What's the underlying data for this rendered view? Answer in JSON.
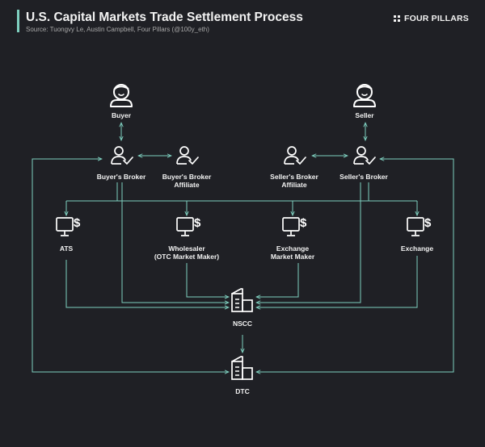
{
  "header": {
    "title": "U.S. Capital Markets Trade Settlement Process",
    "source": "Source: Tuongvy Le, Austin Campbell, Four Pillars (@100y_eth)",
    "brand": "FOUR PILLARS"
  },
  "colors": {
    "background": "#1f2025",
    "connector": "#7ecfbf",
    "icon": "#ffffff",
    "accent_bar": "#7ecfbf"
  },
  "nodes": {
    "buyer": {
      "label": [
        "Buyer"
      ],
      "icon": "person-icon"
    },
    "seller": {
      "label": [
        "Seller"
      ],
      "icon": "person-icon"
    },
    "buyers_broker": {
      "label": [
        "Buyer's Broker"
      ],
      "icon": "broker-check-icon"
    },
    "buyers_broker_affiliate": {
      "label": [
        "Buyer's Broker",
        "Affiliate"
      ],
      "icon": "broker-check-icon"
    },
    "sellers_broker_affiliate": {
      "label": [
        "Seller's Broker",
        "Affiliate"
      ],
      "icon": "broker-check-icon"
    },
    "sellers_broker": {
      "label": [
        "Seller's Broker"
      ],
      "icon": "broker-check-icon"
    },
    "ats": {
      "label": [
        "ATS"
      ],
      "icon": "monitor-dollar-icon"
    },
    "wholesaler": {
      "label": [
        "Wholesaler",
        "(OTC Market Maker)"
      ],
      "icon": "monitor-dollar-icon"
    },
    "exchange_mm": {
      "label": [
        "Exchange",
        "Market Maker"
      ],
      "icon": "monitor-dollar-icon"
    },
    "exchange": {
      "label": [
        "Exchange"
      ],
      "icon": "monitor-dollar-icon"
    },
    "nscc": {
      "label": [
        "NSCC"
      ],
      "icon": "building-icon"
    },
    "dtc": {
      "label": [
        "DTC"
      ],
      "icon": "building-icon"
    }
  }
}
